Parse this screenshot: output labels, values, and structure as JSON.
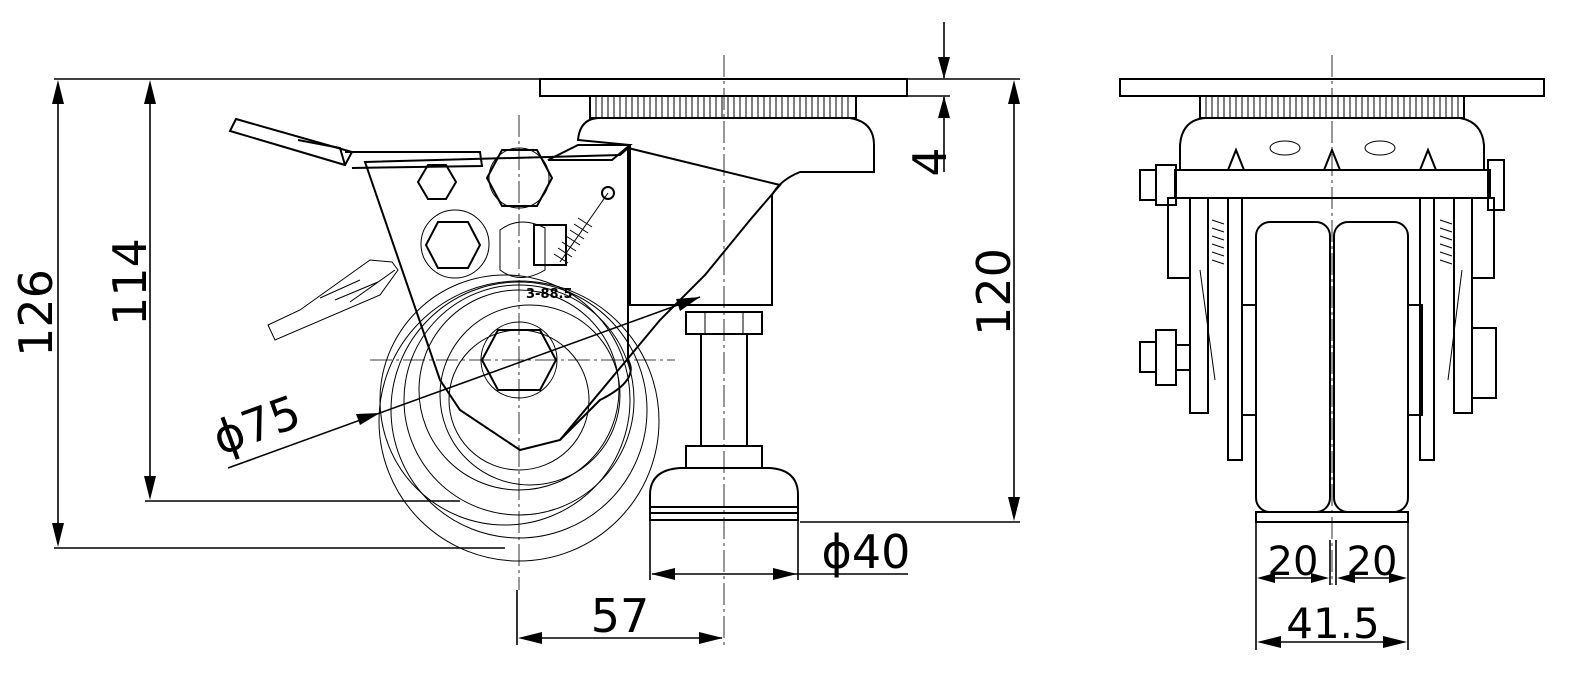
{
  "dimensions": {
    "overall_height": "126",
    "mount_height": "114",
    "leveler_height": "120",
    "plate_thickness": "4",
    "wheel_diameter": "ϕ75",
    "pad_diameter": "ϕ40",
    "offset": "57",
    "wheel_width_left": "20",
    "wheel_width_right": "20",
    "total_width": "41.5"
  },
  "part_label": "3-88.5"
}
